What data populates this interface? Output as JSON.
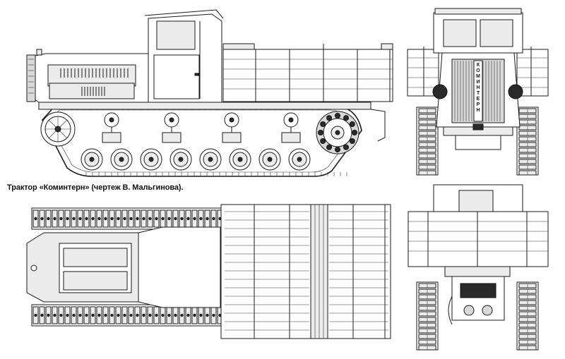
{
  "caption": "Трактор «Коминтерн» (чертеж В. Мальгинова).",
  "radiator_badge": "КОМИНТЕРН",
  "views": [
    "side-view",
    "front-view",
    "top-view",
    "rear-view"
  ]
}
